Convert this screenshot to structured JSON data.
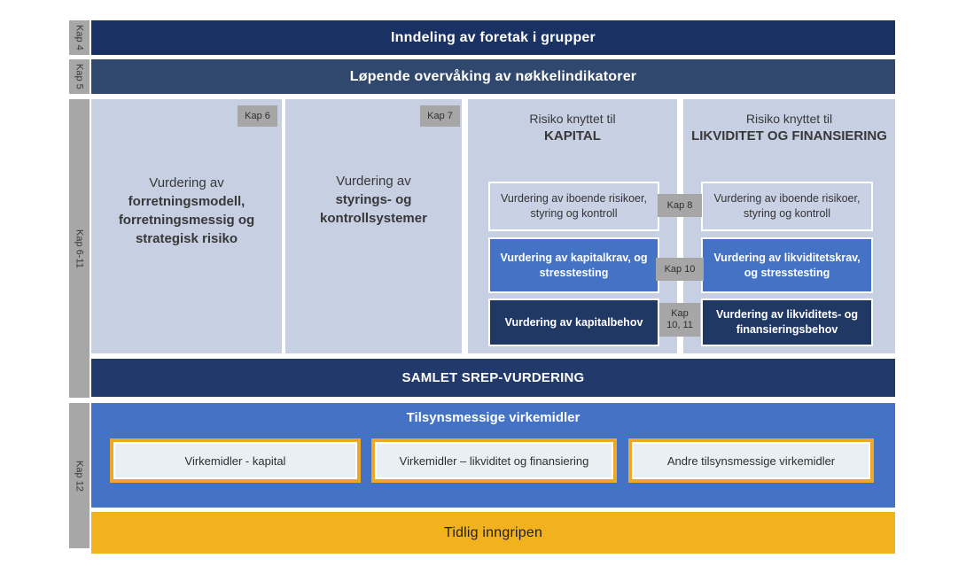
{
  "palette": {
    "navy_dark": "#1A3263",
    "navy_mid": "#30476E",
    "navy_box": "#203864",
    "blue_accent": "#4472C4",
    "panel_light": "#C7CFE3",
    "gray_tag": "#A6A6A6",
    "gold_bar": "#F2B21E",
    "gold_border": "#EFA728",
    "measure_box_fill": "#E9F0F3"
  },
  "rail": {
    "items": [
      {
        "label": "Kap 4"
      },
      {
        "label": "Kap 5"
      },
      {
        "label": "Kap 6-11"
      },
      {
        "label": "Kap 12"
      }
    ]
  },
  "top_bars": [
    {
      "label": "Inndeling av foretak i grupper"
    },
    {
      "label": "Løpende overvåking av nøkkelindikatorer"
    }
  ],
  "middle": {
    "business_panel": {
      "tag": "Kap 6",
      "intro": "Vurdering av",
      "emphasis": "forretningsmodell, forretningsmessig og strategisk risiko"
    },
    "governance_panel": {
      "tag": "Kap 7",
      "intro": "Vurdering av",
      "emphasis": "styrings- og kontrollsystemer"
    },
    "capital_panel": {
      "heading_top": "Risiko knyttet til",
      "heading_main": "KAPITAL",
      "box_inherent": "Vurdering av iboende risikoer, styring og kontroll",
      "box_requirements": "Vurdering av kapitalkrav, og stresstesting",
      "box_needs": "Vurdering av kapitalbehov"
    },
    "liquidity_panel": {
      "heading_top": "Risiko knyttet til",
      "heading_main": "LIKVIDITET OG FINANSIERING",
      "box_inherent": "Vurdering av iboende risikoer, styring og kontroll",
      "box_requirements": "Vurdering av likviditetskrav, og stresstesting",
      "box_needs": "Vurdering av likviditets- og finansieringsbehov"
    },
    "bridge_tags": {
      "inherent": "Kap 8",
      "requirements": "Kap 10",
      "needs": "Kap\n10, 11"
    }
  },
  "srep_bar": {
    "label": "SAMLET SREP-VURDERING"
  },
  "measures_panel": {
    "heading": "Tilsynsmessige virkemidler",
    "boxes": [
      {
        "label": "Virkemidler - kapital"
      },
      {
        "label": "Virkemidler – likviditet og finansiering"
      },
      {
        "label": "Andre tilsynsmessige virkemidler"
      }
    ]
  },
  "bottom_bar": {
    "label": "Tidlig inngripen"
  }
}
